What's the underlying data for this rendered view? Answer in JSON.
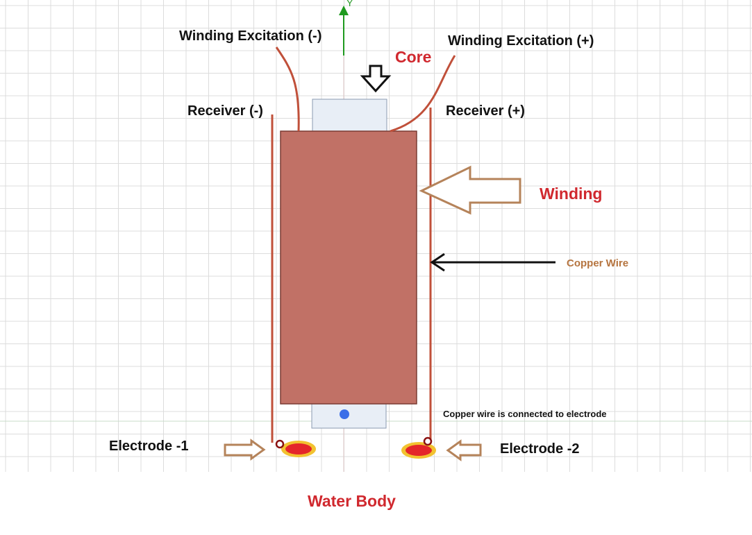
{
  "labels": {
    "axis_y": "Y",
    "winding_excitation_neg": "Winding Excitation (-)",
    "winding_excitation_pos": "Winding Excitation (+)",
    "core": "Core",
    "receiver_neg": "Receiver (-)",
    "receiver_pos": "Receiver (+)",
    "winding": "Winding",
    "copper_wire": "Copper Wire",
    "copper_note": "Copper wire is connected to electrode",
    "electrode_1": "Electrode -1",
    "electrode_2": "Electrode -2",
    "water_body": "Water Body"
  },
  "colors": {
    "grid": "#dcdcdc",
    "winding_fill": "#c17166",
    "wire": "#c0503a",
    "core_fill": "#e8eef6",
    "core_stroke": "#8a9ab0",
    "label_red": "#d0282e",
    "label_brown": "#b5743f",
    "hollow_arrow": "#b5835a",
    "electrode_fill": "#e4262a",
    "electrode_ring": "#f2c230",
    "axis_green": "#1e9a1e"
  },
  "icons": [
    "down-arrow-icon",
    "left-arrow-icon",
    "y-axis-arrow-icon"
  ]
}
